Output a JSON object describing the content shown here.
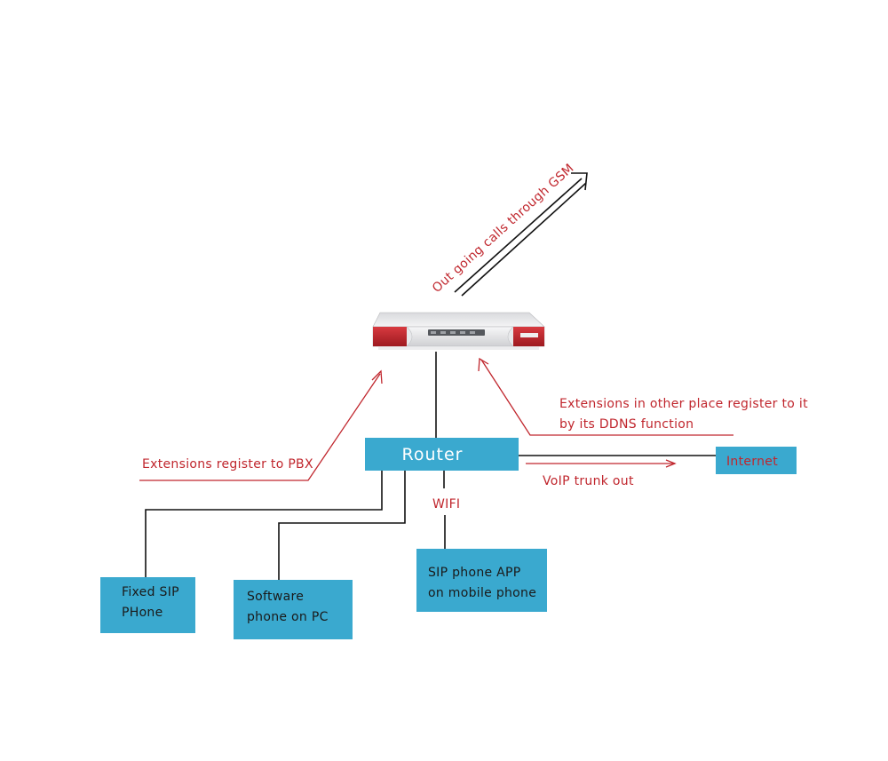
{
  "nodes": {
    "router": "Router",
    "internet": "Internet",
    "fixed_sip_line1": "Fixed SIP",
    "fixed_sip_line2": "PHone",
    "software_line1": "Software",
    "software_line2": "phone on PC",
    "sip_app_line1": "SIP phone APP",
    "sip_app_line2": "on mobile phone"
  },
  "labels": {
    "gsm": "Out going calls through GSM",
    "ext_register": "Extensions register to PBX",
    "ddns_line1": "Extensions in other place register to it",
    "ddns_line2": "by its DDNS function",
    "voip": "VoIP trunk out",
    "wifi": "WIFI"
  },
  "colors": {
    "box": "#3aa9cf",
    "accent_red": "#c0262d",
    "device_red": "#c8232c"
  }
}
